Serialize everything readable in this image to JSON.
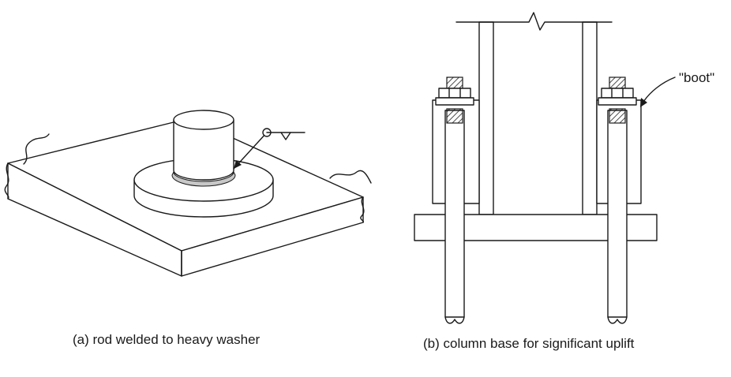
{
  "panels": {
    "a": {
      "caption": "(a) rod welded to heavy washer"
    },
    "b": {
      "caption": "(b) column base for significant uplift",
      "boot_label": "\"boot\""
    }
  },
  "colors": {
    "line": "#1a1a1a",
    "weld": "#c8c8c8",
    "background": "#ffffff"
  }
}
